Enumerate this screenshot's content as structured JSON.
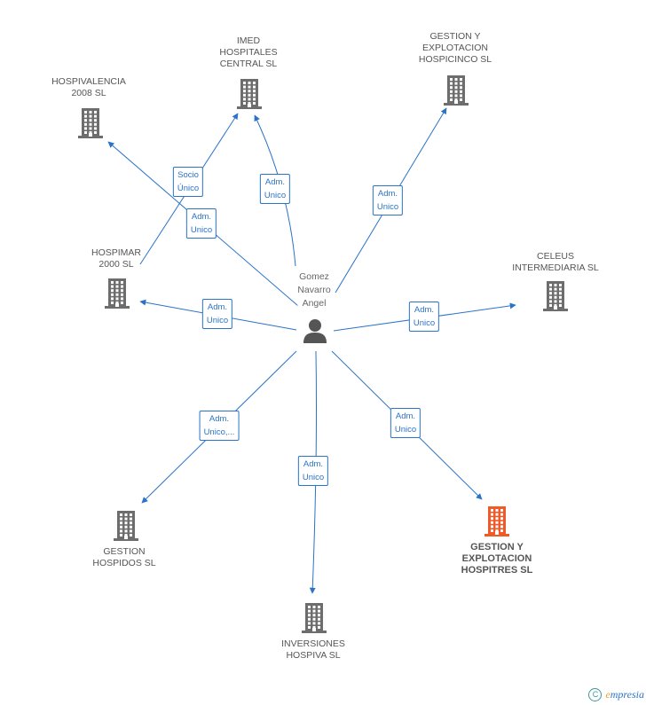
{
  "center": {
    "label": "Gomez\nNavarro\nAngel",
    "icon": "person-icon"
  },
  "companies": [
    {
      "id": "hospivalencia",
      "label": "HOSPIVALENCIA\n2008  SL",
      "icon": "building-icon",
      "color": "#6d6d6d",
      "highlight": false
    },
    {
      "id": "imed",
      "label": "IMED\nHOSPITALES\nCENTRAL  SL",
      "icon": "building-icon",
      "color": "#6d6d6d",
      "highlight": false
    },
    {
      "id": "hospicinco",
      "label": "GESTION Y\nEXPLOTACION\nHOSPICINCO  SL",
      "icon": "building-icon",
      "color": "#6d6d6d",
      "highlight": false
    },
    {
      "id": "hospimar",
      "label": "HOSPIMAR\n2000 SL",
      "icon": "building-icon",
      "color": "#6d6d6d",
      "highlight": false
    },
    {
      "id": "celeus",
      "label": "CELEUS\nINTERMEDIARIA SL",
      "icon": "building-icon",
      "color": "#6d6d6d",
      "highlight": false
    },
    {
      "id": "hospidos",
      "label": "GESTION\nHOSPIDOS SL",
      "icon": "building-icon",
      "color": "#6d6d6d",
      "highlight": false
    },
    {
      "id": "hospiva",
      "label": "INVERSIONES\nHOSPIVA SL",
      "icon": "building-icon",
      "color": "#6d6d6d",
      "highlight": false
    },
    {
      "id": "hospitres",
      "label": "GESTION Y\nEXPLOTACION\nHOSPITRES  SL",
      "icon": "building-icon",
      "color": "#f05a28",
      "highlight": true
    }
  ],
  "relations": [
    {
      "id": "r-hospivalencia",
      "label": "Adm.\nUnico"
    },
    {
      "id": "r-imed",
      "label": "Adm.\nUnico"
    },
    {
      "id": "r-hospicinco",
      "label": "Adm.\nUnico"
    },
    {
      "id": "r-hospimar-imed",
      "label": "Socio\nÚnico"
    },
    {
      "id": "r-hospimar",
      "label": "Adm.\nUnico"
    },
    {
      "id": "r-celeus",
      "label": "Adm.\nUnico"
    },
    {
      "id": "r-hospidos",
      "label": "Adm.\nUnico,..."
    },
    {
      "id": "r-hospiva",
      "label": "Adm.\nUnico"
    },
    {
      "id": "r-hospitres",
      "label": "Adm.\nUnico"
    }
  ],
  "colors": {
    "edge": "#2a73c8",
    "building": "#6d6d6d",
    "highlight": "#f05a28"
  },
  "footer": {
    "copyright_icon": "copyright-icon",
    "brand_first": "e",
    "brand_rest": "mpresia"
  }
}
